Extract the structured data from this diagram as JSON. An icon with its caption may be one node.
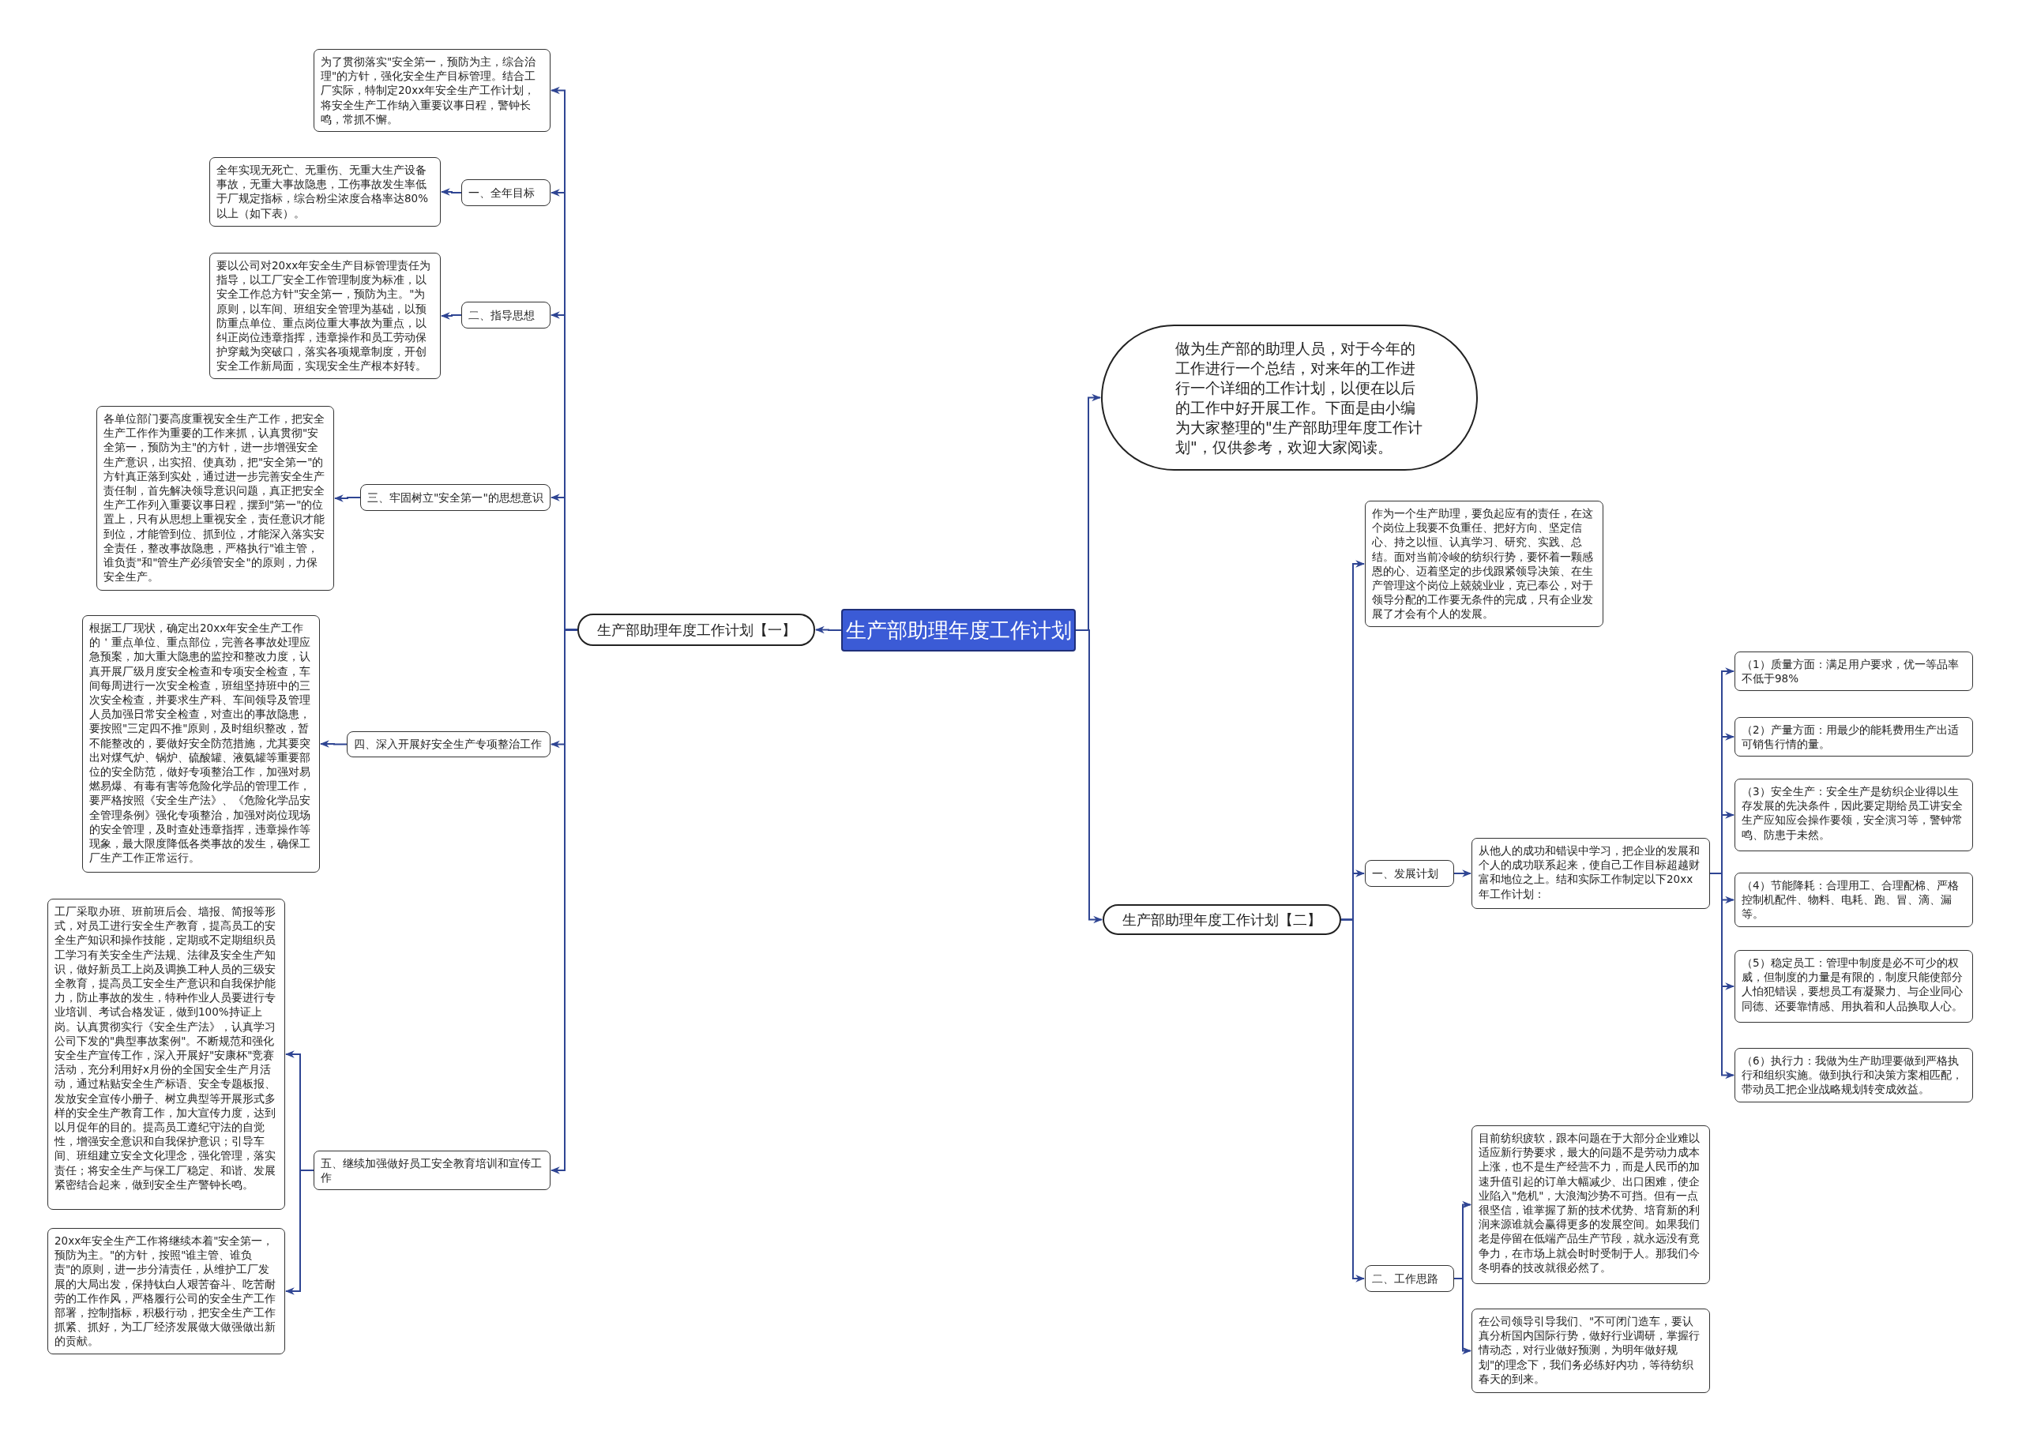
{
  "diagram": {
    "nodes": [
      {
        "text": [
          "生产部助理年度工作计划"
        ]
      },
      {
        "text": [
          "生产部助理年度工作计划【一】"
        ]
      },
      {
        "text": [
          "为了贯彻落实\"安全第一，预防为主，综合治理\"的方针，强化安全生产目标管理。结合工厂实际，特制定20xx年安全生产工作计划，将安全生产工作纳入重要议事日程，警钟长鸣，常抓不懈。"
        ]
      },
      {
        "text": [
          "一、全年目标"
        ]
      },
      {
        "text": [
          "全年实现无死亡、无重伤、无重大生产设备事故，无重大事故隐患，工伤事故发生率低于厂规定指标，综合粉尘浓度合格率达80%以上（如下表）。"
        ]
      },
      {
        "text": [
          "二、指导思想"
        ]
      },
      {
        "text": [
          "要以公司对20xx年安全生产目标管理责任为指导，以工厂安全工作管理制度为标准，以安全工作总方针\"安全第一，预防为主。\"为原则，以车间、班组安全管理为基础，以预防重点单位、重点岗位重大事故为重点，以纠正岗位违章指挥，违章操作和员工劳动保护穿戴为突破口，落实各项规章制度，开创安全工作新局面，实现安全生产根本好转。"
        ]
      },
      {
        "text": [
          "三、牢固树立\"安全第一\"的思想意识"
        ]
      },
      {
        "text": [
          "各单位部门要高度重视安全生产工作，把安全生产工作作为重要的工作来抓，认真贯彻\"安全第一，预防为主\"的方针，进一步增强安全生产意识，出实招、使真劲，把\"安全第一\"的方针真正落到实处，通过进一步完善安全生产责任制，首先解决领导意识问题，真正把安全生产工作列入重要议事日程，摆到\"第一\"的位置上，只有从思想上重视安全，责任意识才能到位，才能管到位、抓到位，才能深入落实安全责任，整改事故隐患，严格执行\"谁主管，谁负责\"和\"管生产必须管安全\"的原则，力保安全生产。"
        ]
      },
      {
        "text": [
          "四、深入开展好安全生产专项整治工作"
        ]
      },
      {
        "text": [
          "根据工厂现状，确定出20xx年安全生产工作的＇重点单位、重点部位，完善各事故处理应急预案，加大重大隐患的监控和整改力度，认真开展厂级月度安全检查和专项安全检查，车间每周进行一次安全检查，班组坚持班中的三次安全检查，并要求生产科、车间领导及管理人员加强日常安全检查，对查出的事故隐患，要按照\"三定四不推\"原则，及时组织整改，暂不能整改的，要做好安全防范措施，尤其要突出对煤气炉、锅炉、硫酸罐、液氨罐等重要部位的安全防范，做好专项整治工作，加强对易燃易爆、有毒有害等危险化学品的管理工作，要严格按照《安全生产法》、《危险化学品安全管理条例》强化专项整治，加强对岗位现场的安全管理，及时查处违章指挥，违章操作等现象，最大限度降低各类事故的发生，确保工厂生产工作正常运行。"
        ]
      },
      {
        "text": [
          "五、继续加强做好员工安全教育培训和宣传工作"
        ]
      },
      {
        "text": [
          "工厂采取办班、班前班后会、墙报、简报等形式，对员工进行安全生产教育，提高员工的安全生产知识和操作技能，定期或不定期组织员工学习有关安全生产法规、法律及安全生产知识，做好新员工上岗及调换工种人员的三级安全教育，提高员工安全生产意识和自我保护能力，防止事故的发生，特种作业人员要进行专业培训、考试合格发证，做到100%持证上岗。认真贯彻实行《安全生产法》，认真学习公司下发的\"典型事故案例\"。不断规范和强化安全生产宣传工作，深入开展好\"安康杯\"竞赛活动，充分利用好x月份的全国安全生产月活动，通过粘贴安全生产标语、安全专题板报、发放安全宣传小册子、树立典型等开展形式多样的安全生产教育工作，加大宣传力度，达到以月促年的目的。提高员工遵纪守法的自觉性，增强安全意识和自我保护意识；引导车间、班组建立安全文化理念，强化管理，落实责任；将安全生产与保工厂稳定、和谐、发展紧密结合起来，做到安全生产警钟长鸣。"
        ]
      },
      {
        "text": [
          "20xx年安全生产工作将继续本着\"安全第一，预防为主。\"的方针，按照\"谁主管、谁负责\"的原则，进一步分清责任，从维护工厂发展的大局出发，保持钛白人艰苦奋斗、吃苦耐劳的工作作风，严格履行公司的安全生产工作部署，控制指标，积极行动，把安全生产工作抓紧、抓好，为工厂经济发展做大做强做出新的贡献。"
        ]
      },
      {
        "text": [
          "做为生产部的助理人员，对于今年的工作进行一个总结，对来年的工作进行一个详细的工作计划，以便在以后的工作中好开展工作。下面是由小编为大家整理的\"生产部助理年度工作计划\"，仅供参考，欢迎大家阅读。"
        ]
      },
      {
        "text": [
          "生产部助理年度工作计划【二】"
        ]
      },
      {
        "text": [
          "作为一个生产助理，要负起应有的责任，在这个岗位上我要不负重任、把好方向、坚定信心、持之以恒、认真学习、研究、实践、总结。面对当前冷峻的纺织行势，要怀着一颗感恩的心、迈着坚定的步伐跟紧领导决策、在生产管理这个岗位上兢兢业业，克已奉公，对于领导分配的工作要无条件的完成，只有企业发展了才会有个人的发展。"
        ]
      },
      {
        "text": [
          "一、发展计划"
        ]
      },
      {
        "text": [
          "从他人的成功和错误中学习，把企业的发展和个人的成功联系起来，使自己工作目标超越财富和地位之上。结和实际工作制定以下20xx年工作计划："
        ]
      },
      {
        "text": [
          "（1）质量方面：满足用户要求，优一等品率不低于98%"
        ]
      },
      {
        "text": [
          "（2）产量方面：用最少的能耗费用生产出适可销售行情的量。"
        ]
      },
      {
        "text": [
          "（3）安全生产：安全生产是纺织企业得以生存发展的先决条件，因此要定期给员工讲安全生产应知应会操作要领，安全演习等，警钟常鸣、防患于未然。"
        ]
      },
      {
        "text": [
          "（4）节能降耗：合理用工、合理配棉、严格控制机配件、物料、电耗、跑、冒、滴、漏等。"
        ]
      },
      {
        "text": [
          "（5）稳定员工：管理中制度是必不可少的权威，但制度的力量是有限的，制度只能使部分人怕犯错误，要想员工有凝聚力、与企业同心同德、还要靠情感、用执着和人品换取人心。"
        ]
      },
      {
        "text": [
          "（6）执行力：我做为生产助理要做到严格执行和组织实施。做到执行和决策方案相匹配，带动员工把企业战略规划转变成效益。"
        ]
      },
      {
        "text": [
          "二、工作思路"
        ]
      },
      {
        "text": [
          "目前纺织疲软，跟本问题在于大部分企业难以适应新行势要求，最大的问题不是劳动力成本上涨，也不是生产经营不力，而是人民币的加速升值引起的订单大幅减少、出口困难，使企业陷入\"危机\"，大浪淘沙势不可挡。但有一点很坚信，谁掌握了新的技术优势、培育新的利润来源谁就会赢得更多的发展空间。如果我们老是停留在低端产品生产节段，就永远没有竟争力，在市场上就会时时受制于人。那我们今冬明春的技改就很必然了。"
        ]
      },
      {
        "text": [
          "在公司领导引导我们、\"不可闭门造车，要认真分析国内国际行势，做好行业调研，掌握行情动态，对行业做好预测，为明年做好规划\"的理念下，我们务必练好内功，等待纺织春天的到来。"
        ]
      }
    ],
    "edges": [
      {
        "from": 0,
        "to": 1,
        "arrow": "to"
      },
      {
        "from": 1,
        "to": 2,
        "arrow": "to"
      },
      {
        "from": 1,
        "to": 3,
        "arrow": "to"
      },
      {
        "from": 3,
        "to": 4,
        "arrow": "to"
      },
      {
        "from": 1,
        "to": 5,
        "arrow": "to"
      },
      {
        "from": 5,
        "to": 6,
        "arrow": "to"
      },
      {
        "from": 1,
        "to": 7,
        "arrow": "to"
      },
      {
        "from": 7,
        "to": 8,
        "arrow": "to"
      },
      {
        "from": 1,
        "to": 9,
        "arrow": "to"
      },
      {
        "from": 9,
        "to": 10,
        "arrow": "to"
      },
      {
        "from": 1,
        "to": 11,
        "arrow": "to"
      },
      {
        "from": 11,
        "to": 12,
        "arrow": "to"
      },
      {
        "from": 11,
        "to": 13,
        "arrow": "to"
      },
      {
        "from": 0,
        "to": 14,
        "arrow": "to"
      },
      {
        "from": 0,
        "to": 15,
        "arrow": "to"
      },
      {
        "from": 15,
        "to": 16,
        "arrow": "to"
      },
      {
        "from": 15,
        "to": 17,
        "arrow": "to"
      },
      {
        "from": 17,
        "to": 18,
        "arrow": "to"
      },
      {
        "from": 18,
        "to": 19,
        "arrow": "to"
      },
      {
        "from": 18,
        "to": 20,
        "arrow": "to"
      },
      {
        "from": 18,
        "to": 21,
        "arrow": "to"
      },
      {
        "from": 18,
        "to": 22,
        "arrow": "to"
      },
      {
        "from": 18,
        "to": 23,
        "arrow": "to"
      },
      {
        "from": 18,
        "to": 24,
        "arrow": "to"
      },
      {
        "from": 15,
        "to": 25,
        "arrow": "to"
      },
      {
        "from": 25,
        "to": 26,
        "arrow": "to"
      },
      {
        "from": 25,
        "to": 27,
        "arrow": "to"
      }
    ]
  }
}
